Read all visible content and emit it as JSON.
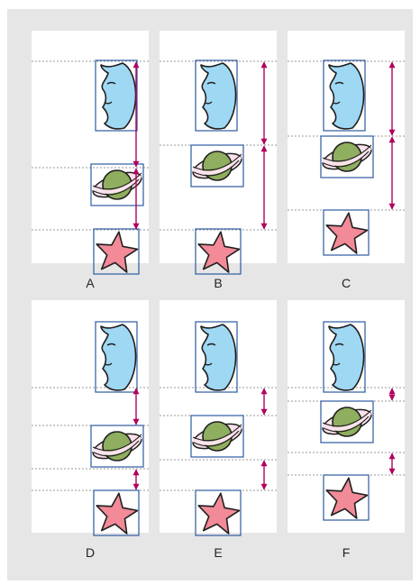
{
  "figure": {
    "colors": {
      "frame_bg": "#e6e6e7",
      "panel_bg": "#ffffff",
      "box_stroke": "#2c5aa0",
      "arrow": "#b0005e",
      "guide": "#9a9a9a",
      "moon": "#9fd8f3",
      "planet": "#8fae5f",
      "ring": "#fbe3ec",
      "star": "#f28a98",
      "outline": "#1f1f1f"
    },
    "icons": [
      "moon-icon",
      "planet-icon",
      "star-icon"
    ],
    "panels": [
      {
        "id": "A",
        "label": "A"
      },
      {
        "id": "B",
        "label": "B"
      },
      {
        "id": "C",
        "label": "C"
      },
      {
        "id": "D",
        "label": "D"
      },
      {
        "id": "E",
        "label": "E"
      },
      {
        "id": "F",
        "label": "F"
      }
    ]
  }
}
